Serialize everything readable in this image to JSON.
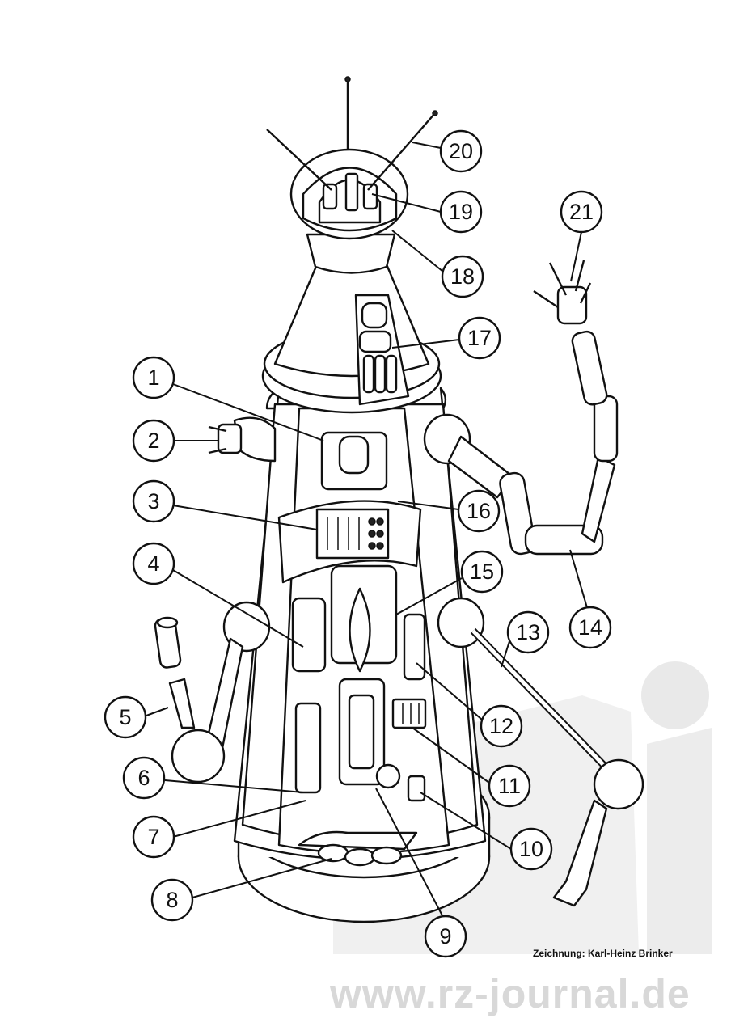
{
  "credit": "Zeichnung: Karl-Heinz Brinker",
  "watermark_url": "www.rz-journal.de",
  "callouts": [
    {
      "label": "1"
    },
    {
      "label": "2"
    },
    {
      "label": "3"
    },
    {
      "label": "4"
    },
    {
      "label": "5"
    },
    {
      "label": "6"
    },
    {
      "label": "7"
    },
    {
      "label": "8"
    },
    {
      "label": "9"
    },
    {
      "label": "10"
    },
    {
      "label": "11"
    },
    {
      "label": "12"
    },
    {
      "label": "13"
    },
    {
      "label": "14"
    },
    {
      "label": "15"
    },
    {
      "label": "16"
    },
    {
      "label": "17"
    },
    {
      "label": "18"
    },
    {
      "label": "19"
    },
    {
      "label": "20"
    },
    {
      "label": "21"
    }
  ],
  "colors": {
    "ink": "#111111",
    "paper": "#ffffff",
    "watermark": "#e4e4e4"
  }
}
